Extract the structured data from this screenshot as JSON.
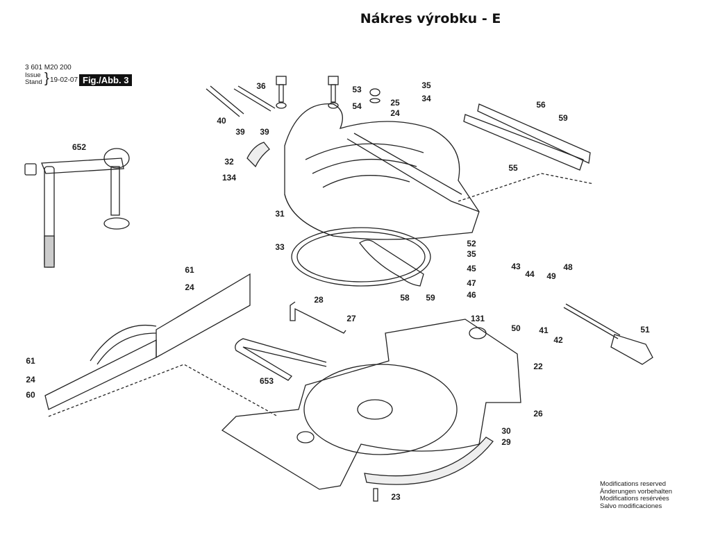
{
  "header": {
    "title": "Nákres výrobku - E",
    "doc_number": "3 601 M20 200",
    "issue_label_1": "Issue",
    "issue_label_2": "Stand",
    "issue_date": "19-02-07",
    "figure_label": "Fig./Abb. 3"
  },
  "footer": {
    "modifications": [
      "Modifications reserved",
      "Änderungen vorbehalten",
      "Modifications resérvées",
      "Salvo modificaciones"
    ]
  },
  "part_labels": [
    {
      "id": "36",
      "text": "36"
    },
    {
      "id": "40",
      "text": "40"
    },
    {
      "id": "39a",
      "text": "39"
    },
    {
      "id": "39b",
      "text": "39"
    },
    {
      "id": "53",
      "text": "53"
    },
    {
      "id": "54",
      "text": "54"
    },
    {
      "id": "25",
      "text": "25"
    },
    {
      "id": "24a",
      "text": "24"
    },
    {
      "id": "35a",
      "text": "35"
    },
    {
      "id": "34",
      "text": "34"
    },
    {
      "id": "56",
      "text": "56"
    },
    {
      "id": "59a",
      "text": "59"
    },
    {
      "id": "55",
      "text": "55"
    },
    {
      "id": "652",
      "text": "652"
    },
    {
      "id": "32",
      "text": "32"
    },
    {
      "id": "134",
      "text": "134"
    },
    {
      "id": "31",
      "text": "31"
    },
    {
      "id": "33",
      "text": "33"
    },
    {
      "id": "52",
      "text": "52"
    },
    {
      "id": "35b",
      "text": "35"
    },
    {
      "id": "45",
      "text": "45"
    },
    {
      "id": "43",
      "text": "43"
    },
    {
      "id": "44",
      "text": "44"
    },
    {
      "id": "48",
      "text": "48"
    },
    {
      "id": "49",
      "text": "49"
    },
    {
      "id": "47",
      "text": "47"
    },
    {
      "id": "46",
      "text": "46"
    },
    {
      "id": "58",
      "text": "58"
    },
    {
      "id": "59b",
      "text": "59"
    },
    {
      "id": "50",
      "text": "50"
    },
    {
      "id": "41",
      "text": "41"
    },
    {
      "id": "42",
      "text": "42"
    },
    {
      "id": "51",
      "text": "51"
    },
    {
      "id": "61a",
      "text": "61"
    },
    {
      "id": "24b",
      "text": "24"
    },
    {
      "id": "28",
      "text": "28"
    },
    {
      "id": "27",
      "text": "27"
    },
    {
      "id": "131",
      "text": "131"
    },
    {
      "id": "22",
      "text": "22"
    },
    {
      "id": "61b",
      "text": "61"
    },
    {
      "id": "24c",
      "text": "24"
    },
    {
      "id": "60",
      "text": "60"
    },
    {
      "id": "653",
      "text": "653"
    },
    {
      "id": "26",
      "text": "26"
    },
    {
      "id": "30",
      "text": "30"
    },
    {
      "id": "29",
      "text": "29"
    },
    {
      "id": "23",
      "text": "23"
    }
  ]
}
